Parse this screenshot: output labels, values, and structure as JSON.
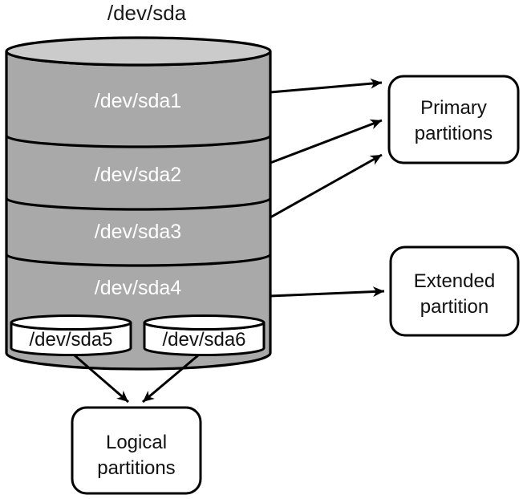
{
  "colors": {
    "outline": "#000000",
    "disk_body": "#a9a9a9",
    "disk_top": "#cbcbcb",
    "subdisk_fill": "#ffffff",
    "box_fill": "#ffffff",
    "section_text": "#ffffff",
    "text": "#1a1a1a",
    "background": "#ffffff"
  },
  "disk": {
    "title": "/dev/sda",
    "sections": [
      {
        "label": "/dev/sda1"
      },
      {
        "label": "/dev/sda2"
      },
      {
        "label": "/dev/sda3"
      },
      {
        "label": "/dev/sda4"
      }
    ],
    "logical_volumes": [
      {
        "label": "/dev/sda5"
      },
      {
        "label": "/dev/sda6"
      }
    ]
  },
  "legend_boxes": {
    "primary": {
      "line1": "Primary",
      "line2": "partitions"
    },
    "extended": {
      "line1": "Extended",
      "line2": "partition"
    },
    "logical": {
      "line1": "Logical",
      "line2": "partitions"
    }
  }
}
